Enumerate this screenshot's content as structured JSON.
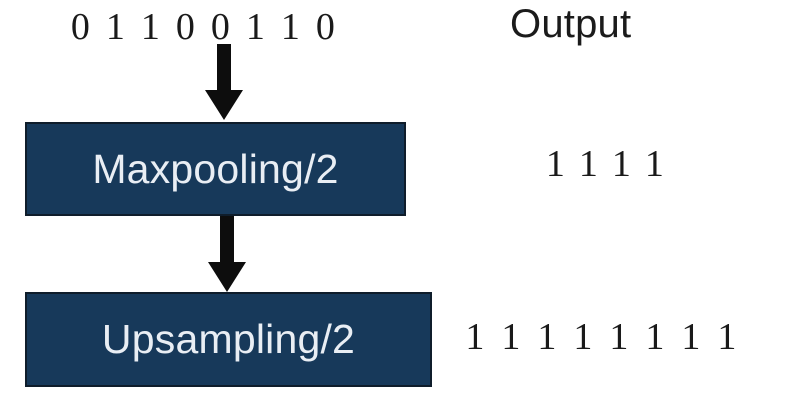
{
  "diagram": {
    "background_color": "#ffffff",
    "box_fill_color": "#17395a",
    "box_border_color": "#0f1d2b",
    "box_text_color": "#e9eef4",
    "text_color": "#1a1a1a",
    "arrow_color": "#0d0d0d"
  },
  "input": {
    "label": "0 1 1 0 0 1 1 0",
    "digits": [
      "0",
      "1",
      "1",
      "0",
      "0",
      "1",
      "1",
      "0"
    ],
    "count": 8
  },
  "output_column": {
    "header": "Output"
  },
  "layers": [
    {
      "name": "maxpooling",
      "label": "Maxpooling/2",
      "output": {
        "label": "1 1 1 1",
        "digits": [
          "1",
          "1",
          "1",
          "1"
        ],
        "count": 4
      }
    },
    {
      "name": "upsampling",
      "label": "Upsampling/2",
      "output": {
        "label": "1 1 1 1 1 1 1 1",
        "digits": [
          "1",
          "1",
          "1",
          "1",
          "1",
          "1",
          "1",
          "1"
        ],
        "count": 8
      }
    }
  ],
  "arrows": [
    {
      "name": "input-to-maxpooling"
    },
    {
      "name": "maxpooling-to-upsampling"
    }
  ]
}
